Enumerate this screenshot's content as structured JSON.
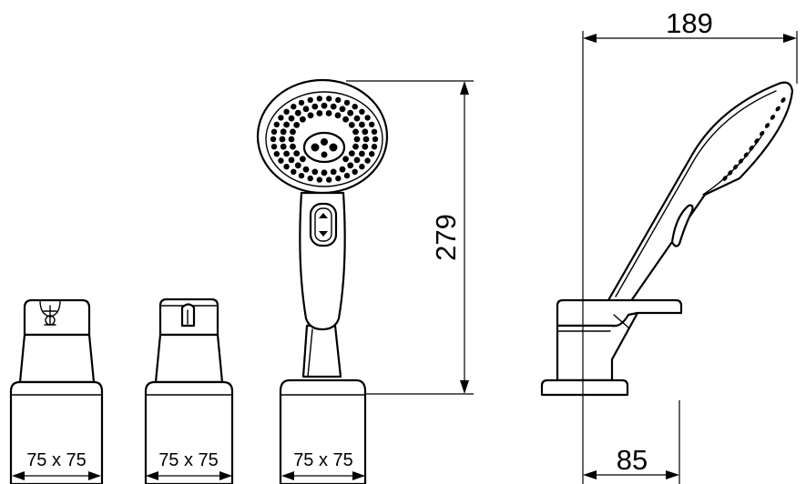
{
  "dimensions": {
    "top_width": "189",
    "height": "279",
    "base_width": "85",
    "module_size_1": "75 x 75",
    "module_size_2": "75 x 75",
    "module_size_3": "75 x 75"
  }
}
